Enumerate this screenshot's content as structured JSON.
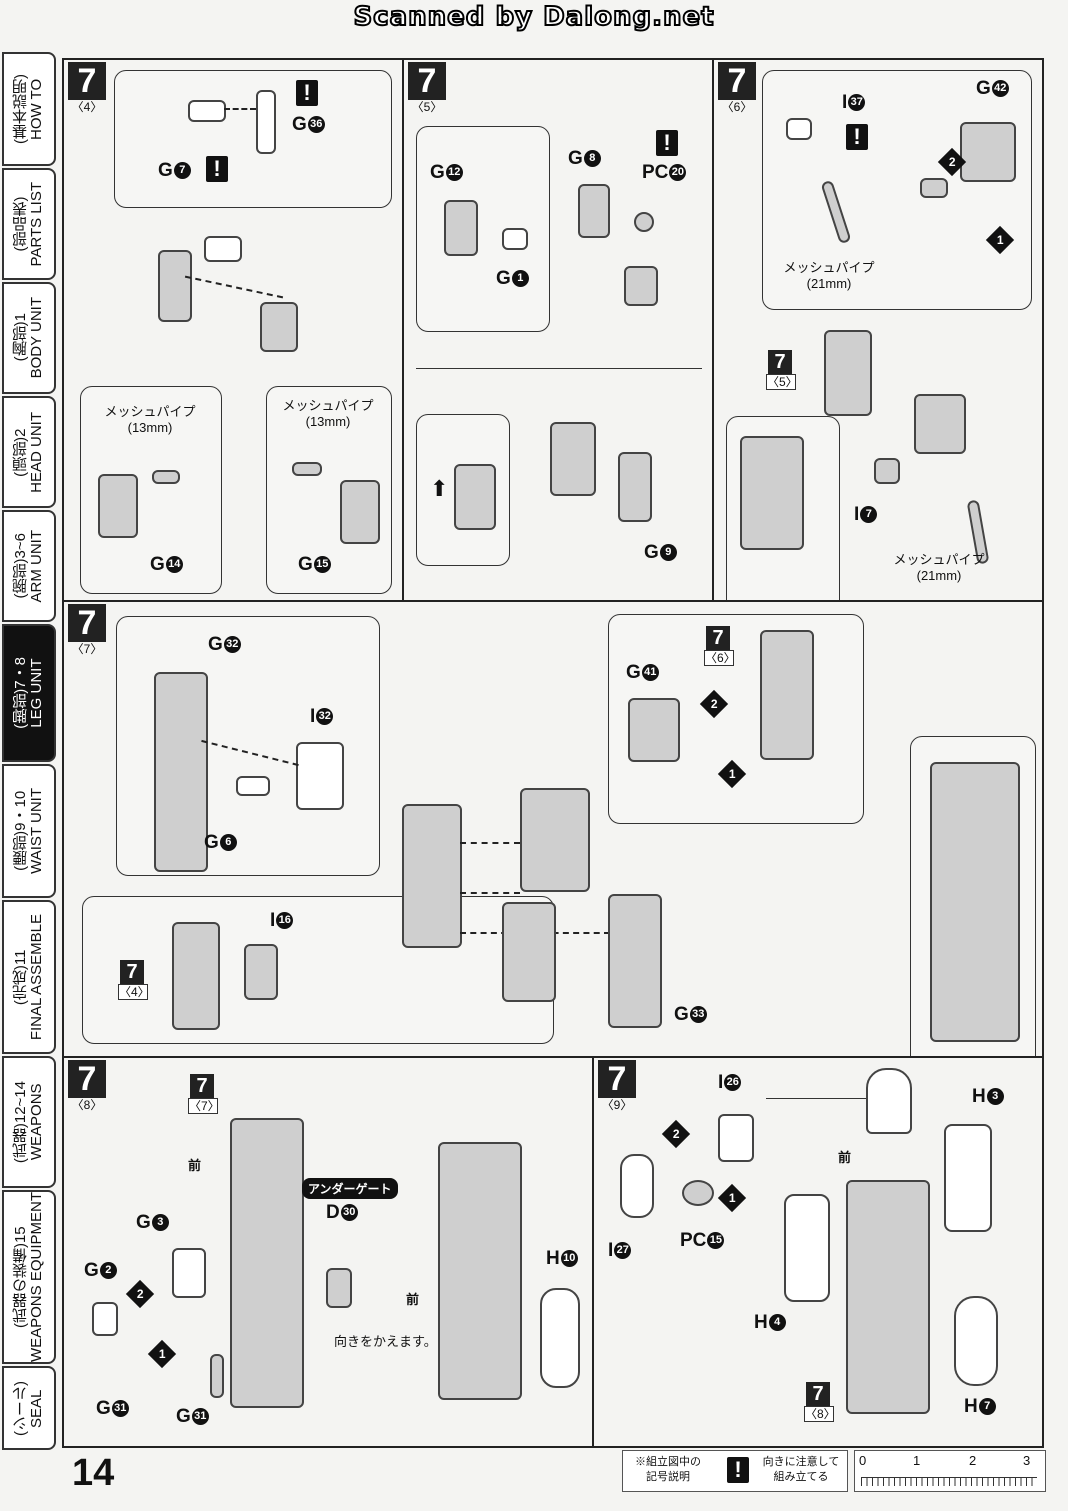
{
  "watermark": "Scanned by Dalong.net",
  "sidebar": {
    "tabs": [
      {
        "label": "(基本説明)\nHOW TO"
      },
      {
        "label": "(部品表)\nPARTS LIST"
      },
      {
        "label": "(胸部)1\nBODY UNIT"
      },
      {
        "label": "(頭部)2\nHEAD UNIT"
      },
      {
        "label": "(腕部)3~6\nARM UNIT"
      },
      {
        "label": "(脚部)7・8\nLEG UNIT"
      },
      {
        "label": "(腰部)9・10\nWAIST UNIT"
      },
      {
        "label": "(完成)11\nFINAL ASSEMBLE"
      },
      {
        "label": "(武器)12~14\nWEAPONS"
      },
      {
        "label": "(武器の装備)15\nWEAPONS EQUIPMENT"
      },
      {
        "label": "(シール)\nSEAL"
      }
    ]
  },
  "steps": {
    "s4": {
      "num": "7",
      "sub": "〈4〉",
      "labels": {
        "g36": "G",
        "g36n": "36",
        "g7": "G",
        "g7n": "7",
        "pipeL": "メッシュパイプ\n(13mm)",
        "pipeR": "メッシュパイプ\n(13mm)",
        "g14": "G",
        "g14n": "14",
        "g15": "G",
        "g15n": "15"
      }
    },
    "s5": {
      "num": "7",
      "sub": "〈5〉",
      "labels": {
        "g12": "G",
        "g12n": "12",
        "g8": "G",
        "g8n": "8",
        "pc20": "PC",
        "pc20n": "20",
        "g1": "G",
        "g1n": "1",
        "g9": "G",
        "g9n": "9"
      }
    },
    "s6": {
      "num": "7",
      "sub": "〈6〉",
      "labels": {
        "i37": "I",
        "i37n": "37",
        "g42": "G",
        "g42n": "42",
        "pipe1": "メッシュパイプ\n(21mm)",
        "ref5": "7",
        "ref5sub": "〈5〉",
        "i7": "I",
        "i7n": "7",
        "pipe2": "メッシュパイプ\n(21mm)"
      }
    },
    "s7": {
      "num": "7",
      "sub": "〈7〉",
      "labels": {
        "g32": "G",
        "g32n": "32",
        "i32": "I",
        "i32n": "32",
        "g6": "G",
        "g6n": "6",
        "g41": "G",
        "g41n": "41",
        "ref6": "7",
        "ref6sub": "〈6〉",
        "i16": "I",
        "i16n": "16",
        "ref4": "7",
        "ref4sub": "〈4〉",
        "g33": "G",
        "g33n": "33"
      }
    },
    "s8": {
      "num": "7",
      "sub": "〈8〉",
      "labels": {
        "ref7": "7",
        "ref7sub": "〈7〉",
        "front1": "前",
        "gate": "アンダーゲート",
        "d30": "D",
        "d30n": "30",
        "g3": "G",
        "g3n": "3",
        "g2": "G",
        "g2n": "2",
        "g31a": "G",
        "g31an": "31",
        "g31b": "G",
        "g31bn": "31",
        "front2": "前",
        "turn": "向きをかえます。",
        "h10": "H",
        "h10n": "10"
      }
    },
    "s9": {
      "num": "7",
      "sub": "〈9〉",
      "labels": {
        "i26": "I",
        "i26n": "26",
        "h3": "H",
        "h3n": "3",
        "front": "前",
        "pc15": "PC",
        "pc15n": "15",
        "i27": "I",
        "i27n": "27",
        "h4": "H",
        "h4n": "4",
        "ref8": "7",
        "ref8sub": "〈8〉",
        "h7": "H",
        "h7n": "7"
      }
    }
  },
  "footer": {
    "page": "14",
    "legend_title": "※組立図中の\n記号説明",
    "legend_mark": "!",
    "legend_text": "向きに注意して\n組み立てる",
    "ruler": [
      "0",
      "1",
      "2",
      "3"
    ]
  }
}
